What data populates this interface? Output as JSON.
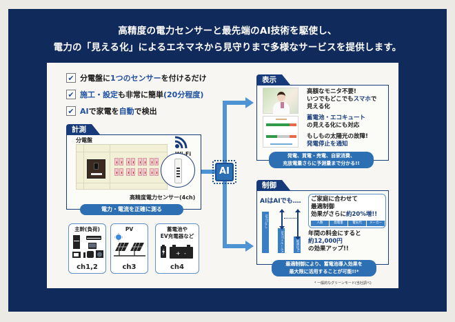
{
  "headline": {
    "line1": "高精度の電力センサーと最先端のAI技術を駆使し、",
    "line2": "電力の「見える化」によるエネマネから見守りまで多様なサービスを提供します。"
  },
  "checklist": [
    {
      "pre": "分電盤に",
      "em": "1つのセンサー",
      "post": "を付けるだけ"
    },
    {
      "pre": "",
      "em": "施工・設定",
      "post": "も非常に簡単",
      "em2": "(20分程度)"
    },
    {
      "pre": "",
      "em": "AI",
      "post": "で家電を",
      "em2": "自動",
      "post2": "で検出"
    }
  ],
  "measure": {
    "tab": "計測",
    "panel_label": "分電盤",
    "wifi_label": "Wi-Fi",
    "sensor_label": "高精度電力センサー(4ch)",
    "pill": "電力・電流を正確に測る"
  },
  "categories": [
    {
      "title": "主幹(負荷)",
      "channel": "ch1,2",
      "icon": "appliances-icon"
    },
    {
      "title": "PV",
      "channel": "ch3",
      "icon": "solar-panel-icon"
    },
    {
      "title": "蓄電池や\nEV充電器など",
      "title_l1": "蓄電池や",
      "title_l2": "EV充電器など",
      "channel": "ch4",
      "icon": "battery-icon"
    }
  ],
  "ai_chip": {
    "label": "AI"
  },
  "display": {
    "tab": "表示",
    "block1": {
      "l1": "高額なモニタ不要!",
      "l2_pre": "いつでもどこでも",
      "l2_em": "スマホ",
      "l2_post": "で",
      "l3": "見える化"
    },
    "block2": {
      "l1_em": "蓄電池・エコキュート",
      "l2": "の見える化にも対応"
    },
    "block3": {
      "l1": "もしもの太陽光の故障!",
      "l2_em": "発電停止を通知"
    },
    "pill_l1": "発電、買電・売電、自家消費、",
    "pill_l2": "充放電量さらに予測量まで分かる!!"
  },
  "control": {
    "tab": "制御",
    "heading": "AIはAIでも‥‥",
    "bars": [
      {
        "label": "BATTなし",
        "relative": 1.0
      },
      {
        "label": "BATT+ルールAI",
        "relative": 0.6
      },
      {
        "label": "最適化AI",
        "relative": 0.4
      }
    ],
    "bubble": {
      "l1": "ご家庭に合わせて",
      "l2": "最適制御",
      "l3_pre": "効果がさらに",
      "l3_em": "約20%増!!"
    },
    "tags": [
      "人数",
      "発電量",
      "電気代",
      "メーカー"
    ],
    "savings": {
      "l1": "年間の料金にすると",
      "l2_em": "約12,000円",
      "l3": "の効果アップ!!"
    },
    "pill_l1": "最適制御により、蓄電池導入効果を",
    "pill_l2": "最大限に活用することが可能!!*",
    "footnote": "* 一般的なグリーンモード(当社調べ)"
  },
  "colors": {
    "navy": "#112a5c",
    "accent_blue": "#2d6fb3",
    "arrow_blue": "#4e93d4",
    "text_emphasis": "#163a7a"
  }
}
